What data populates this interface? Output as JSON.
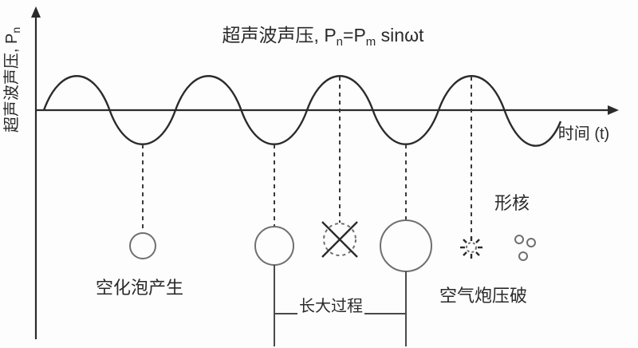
{
  "title": {
    "p1": "超声波声压, P",
    "s1": "n",
    "p2": "=P",
    "s2": "m",
    "p3": " sinωt"
  },
  "y_axis": {
    "label_p1": "超声波声压, P",
    "label_sub": "n"
  },
  "x_axis": {
    "label": "时间 (t)"
  },
  "annotations": {
    "bubble_generation": "空化泡产生",
    "growth_process": "长大过程",
    "bubble_collapse": "空气炮压破",
    "nucleation": "形核"
  },
  "colors": {
    "line": "#2b2b2b",
    "bubble": "#6f6f6f",
    "background": "#fdfdfd"
  }
}
